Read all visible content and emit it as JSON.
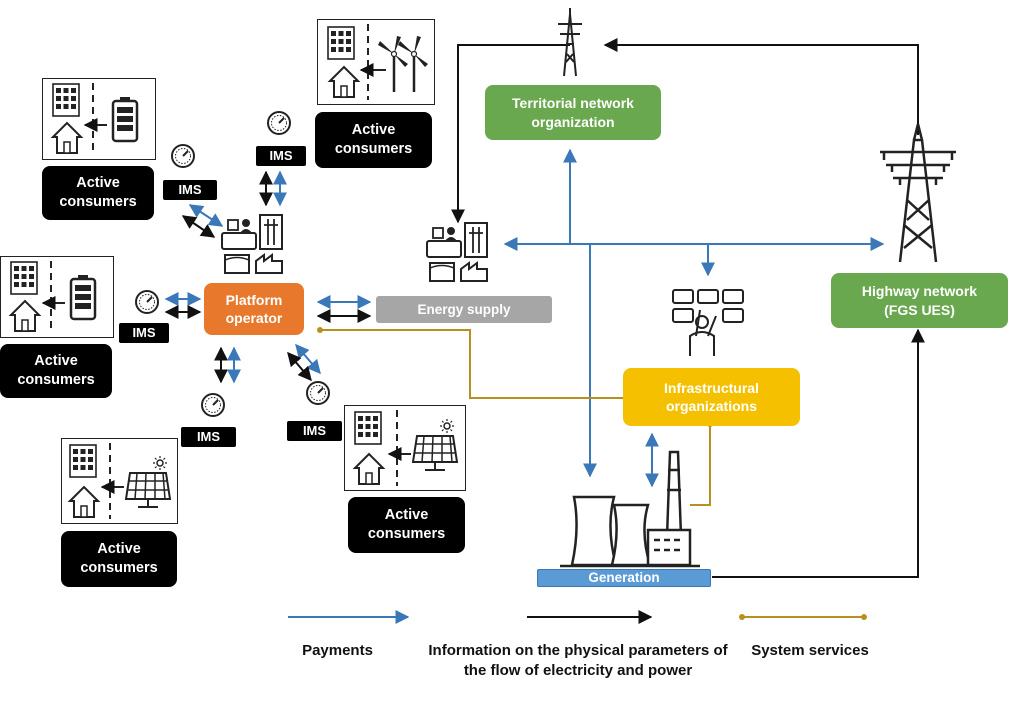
{
  "consumers": {
    "top_center": "Active consumers",
    "top_left": "Active consumers",
    "mid_left": "Active consumers",
    "bottom_left": "Active consumers",
    "bottom_center": "Active consumers"
  },
  "ims": {
    "top": "IMS",
    "upper_left": "IMS",
    "left": "IMS",
    "bottom": "IMS",
    "lower_right": "IMS"
  },
  "nodes": {
    "territorial": "Territorial network organization",
    "platform_operator": "Platform operator",
    "energy_supply": "Energy supply",
    "highway": "Highway network (FGS UES)",
    "infrastructural": "Infrastructural organizations",
    "generation": "Generation"
  },
  "legend": {
    "payments": "Payments",
    "information": "Information on the physical parameters of the flow of electricity and power",
    "system_services": "System services"
  },
  "colors": {
    "payments": "#3a78b8",
    "information": "#111111",
    "system_services": "#b8901f",
    "green": "#6aa84f",
    "orange": "#e8782c",
    "yellow": "#f5c000",
    "grey": "#a6a6a6",
    "blue": "#5b9bd5"
  }
}
